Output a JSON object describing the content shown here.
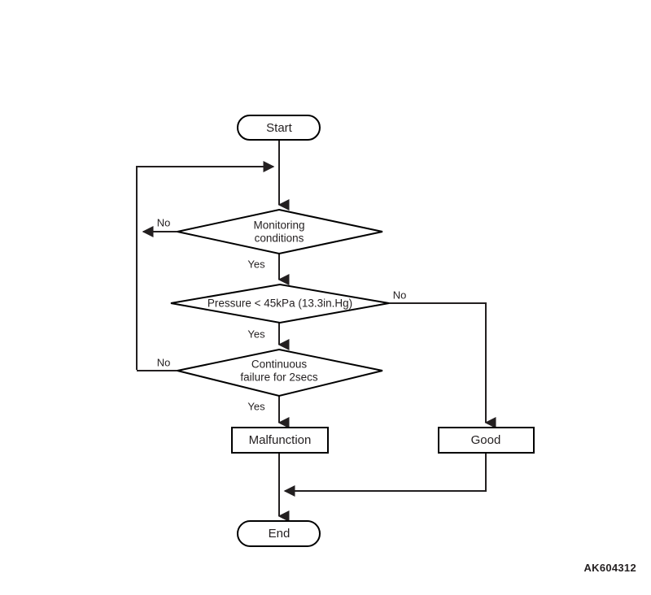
{
  "diagram": {
    "title": "",
    "figure_code": "AK604312",
    "colors": {
      "background": "#ffffff",
      "stroke": "#000000",
      "connector": "#231f20",
      "text": "#231f20"
    },
    "nodes": {
      "start": {
        "label": "Start",
        "type": "terminator"
      },
      "decision_monitoring": {
        "label_line1": "Monitoring",
        "label_line2": "conditions",
        "type": "decision"
      },
      "decision_pressure": {
        "label": "Pressure < 45kPa (13.3in.Hg)",
        "type": "decision"
      },
      "decision_continuous": {
        "label_line1": "Continuous",
        "label_line2": "failure for 2secs",
        "type": "decision"
      },
      "malfunction": {
        "label": "Malfunction",
        "type": "process"
      },
      "good": {
        "label": "Good",
        "type": "process"
      },
      "end": {
        "label": "End",
        "type": "terminator"
      }
    },
    "branch_labels": {
      "monitoring_no": "No",
      "monitoring_yes": "Yes",
      "pressure_no": "No",
      "pressure_yes": "Yes",
      "continuous_no": "No",
      "continuous_yes": "Yes"
    }
  },
  "chart_data": {
    "type": "flowchart",
    "title": "",
    "figure_code": "AK604312",
    "nodes": [
      {
        "id": "start",
        "shape": "terminator",
        "text": "Start"
      },
      {
        "id": "decision_monitoring",
        "shape": "decision",
        "text": "Monitoring conditions"
      },
      {
        "id": "decision_pressure",
        "shape": "decision",
        "text": "Pressure < 45kPa (13.3in.Hg)"
      },
      {
        "id": "decision_continuous",
        "shape": "decision",
        "text": "Continuous failure for 2secs"
      },
      {
        "id": "malfunction",
        "shape": "process",
        "text": "Malfunction"
      },
      {
        "id": "good",
        "shape": "process",
        "text": "Good"
      },
      {
        "id": "end",
        "shape": "terminator",
        "text": "End"
      }
    ],
    "edges": [
      {
        "from": "start",
        "to": "decision_monitoring",
        "label": ""
      },
      {
        "from": "decision_monitoring",
        "to": "decision_monitoring",
        "label": "No",
        "route": "left-loop-back-to-top"
      },
      {
        "from": "decision_monitoring",
        "to": "decision_pressure",
        "label": "Yes"
      },
      {
        "from": "decision_pressure",
        "to": "good",
        "label": "No",
        "route": "right-then-down"
      },
      {
        "from": "decision_pressure",
        "to": "decision_continuous",
        "label": "Yes"
      },
      {
        "from": "decision_continuous",
        "to": "decision_monitoring",
        "label": "No",
        "route": "left-loop-back-to-top"
      },
      {
        "from": "decision_continuous",
        "to": "malfunction",
        "label": "Yes"
      },
      {
        "from": "malfunction",
        "to": "end",
        "label": ""
      },
      {
        "from": "good",
        "to": "end",
        "label": "",
        "route": "down-then-left-merge"
      }
    ]
  }
}
